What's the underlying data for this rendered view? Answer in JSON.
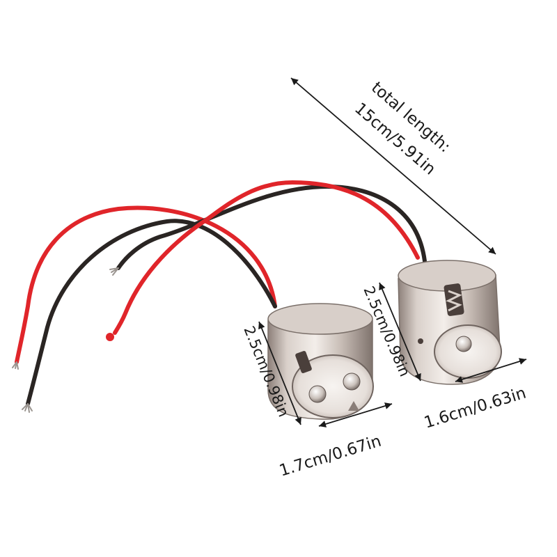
{
  "annotations": {
    "total_length_title": "total length:",
    "total_length_value": "15cm/5.91in",
    "left_height": "2.5cm/0.98in",
    "left_width": "1.7cm/0.67in",
    "right_height": "2.5cm/0.98in",
    "right_width": "1.6cm/0.63in"
  },
  "colors": {
    "red_wire": "#e0252a",
    "black_wire": "#2a2523",
    "metal": "#c9bdb5",
    "background": "#ffffff"
  }
}
